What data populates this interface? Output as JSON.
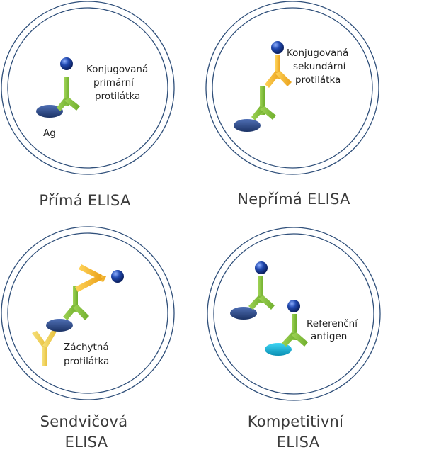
{
  "panels": [
    {
      "id": "direct",
      "title_lines": [
        "Přímá ELISA"
      ],
      "labels": {
        "conjugated": [
          "Konjugovaná",
          "primární",
          "protilátka"
        ],
        "antigen": "Ag"
      }
    },
    {
      "id": "indirect",
      "title_lines": [
        "Nepřímá ELISA"
      ],
      "labels": {
        "conjugated": [
          "Konjugovaná",
          "sekundární",
          "protilátka"
        ]
      }
    },
    {
      "id": "sandwich",
      "title_lines": [
        "Sendvičová",
        "ELISA"
      ],
      "labels": {
        "capture": [
          "Záchytná",
          "protilátka"
        ]
      }
    },
    {
      "id": "competitive",
      "title_lines": [
        "Kompetitivní",
        "ELISA"
      ],
      "labels": {
        "reference": [
          "Referenční",
          "antigen"
        ]
      }
    }
  ],
  "colors": {
    "circle": "#2f4f7a",
    "antibody_green": "#8cc63f",
    "antibody_yellow": "#f5b82e",
    "capture_yellow": "#f2d04b",
    "antigen_blue": "#2b4d8c",
    "conjugate_blue": "#1f47a6",
    "reference_cyan": "#15b4d8"
  }
}
